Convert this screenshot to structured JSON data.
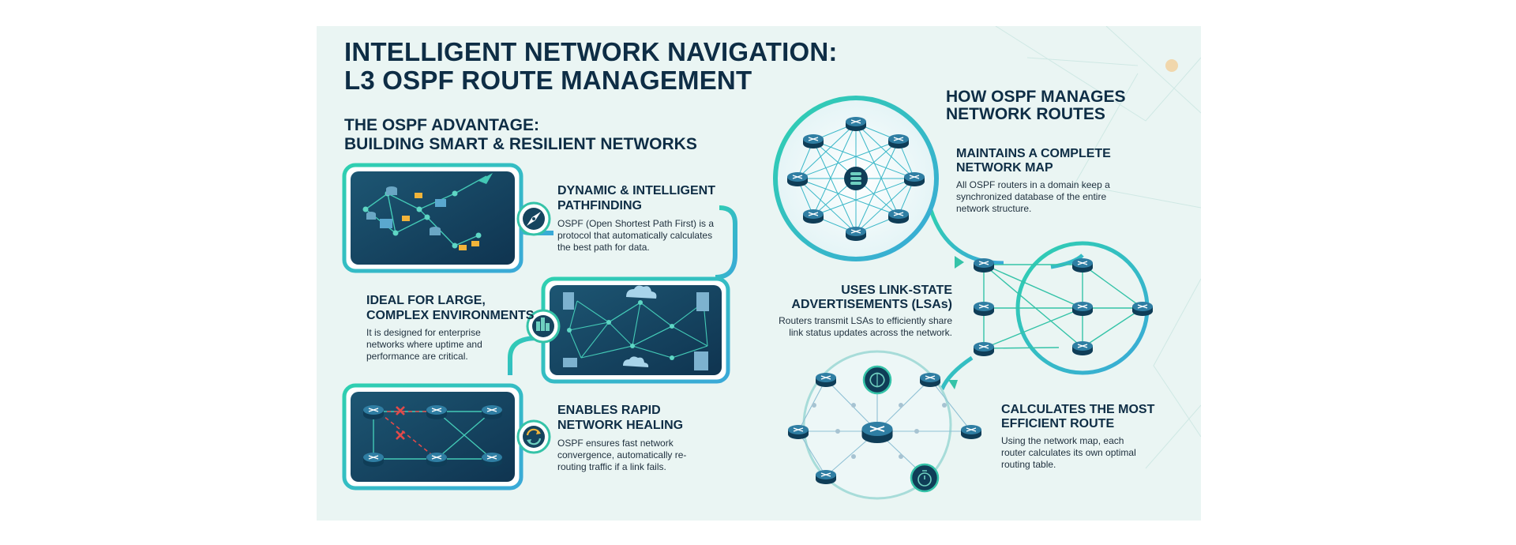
{
  "header": {
    "title_line1": "INTELLIGENT NETWORK NAVIGATION:",
    "title_line2": "L3 OSPF ROUTE MANAGEMENT"
  },
  "left": {
    "heading_line1": "THE OSPF ADVANTAGE:",
    "heading_line2": "BUILDING SMART & RESILIENT NETWORKS",
    "items": [
      {
        "title_line1": "DYNAMIC & INTELLIGENT",
        "title_line2": "PATHFINDING",
        "body": "OSPF (Open Shortest Path First) is a protocol that automatically calculates the best path for data.",
        "icon": "compass-icon"
      },
      {
        "title_line1": "IDEAL FOR LARGE,",
        "title_line2": "COMPLEX ENVIRONMENTS",
        "body": "It is designed for enterprise networks where uptime and performance are critical.",
        "icon": "city-icon"
      },
      {
        "title_line1": "ENABLES RAPID",
        "title_line2": "NETWORK HEALING",
        "body": "OSPF ensures fast network convergence, automatically re-routing traffic if a link fails.",
        "icon": "refresh-icon"
      }
    ]
  },
  "right": {
    "heading_line1": "HOW OSPF MANAGES",
    "heading_line2": "NETWORK ROUTES",
    "steps": [
      {
        "title_line1": "MAINTAINS A COMPLETE",
        "title_line2": "NETWORK MAP",
        "body": "All OSPF routers in a domain keep a synchronized database of the entire network structure."
      },
      {
        "title_line1": "USES LINK-STATE",
        "title_line2": "ADVERTISEMENTS (LSAs)",
        "body": "Routers transmit LSAs to efficiently share link status updates across the network."
      },
      {
        "title_line1": "CALCULATES THE MOST",
        "title_line2": "EFFICIENT ROUTE",
        "body": "Using the network map, each router calculates its own optimal routing table."
      }
    ]
  },
  "colors": {
    "navy": "#0e2d45",
    "teal": "#35c3a8",
    "cyan": "#4fb3d9",
    "panel": "#16445e",
    "background": "#eaf5f3"
  }
}
